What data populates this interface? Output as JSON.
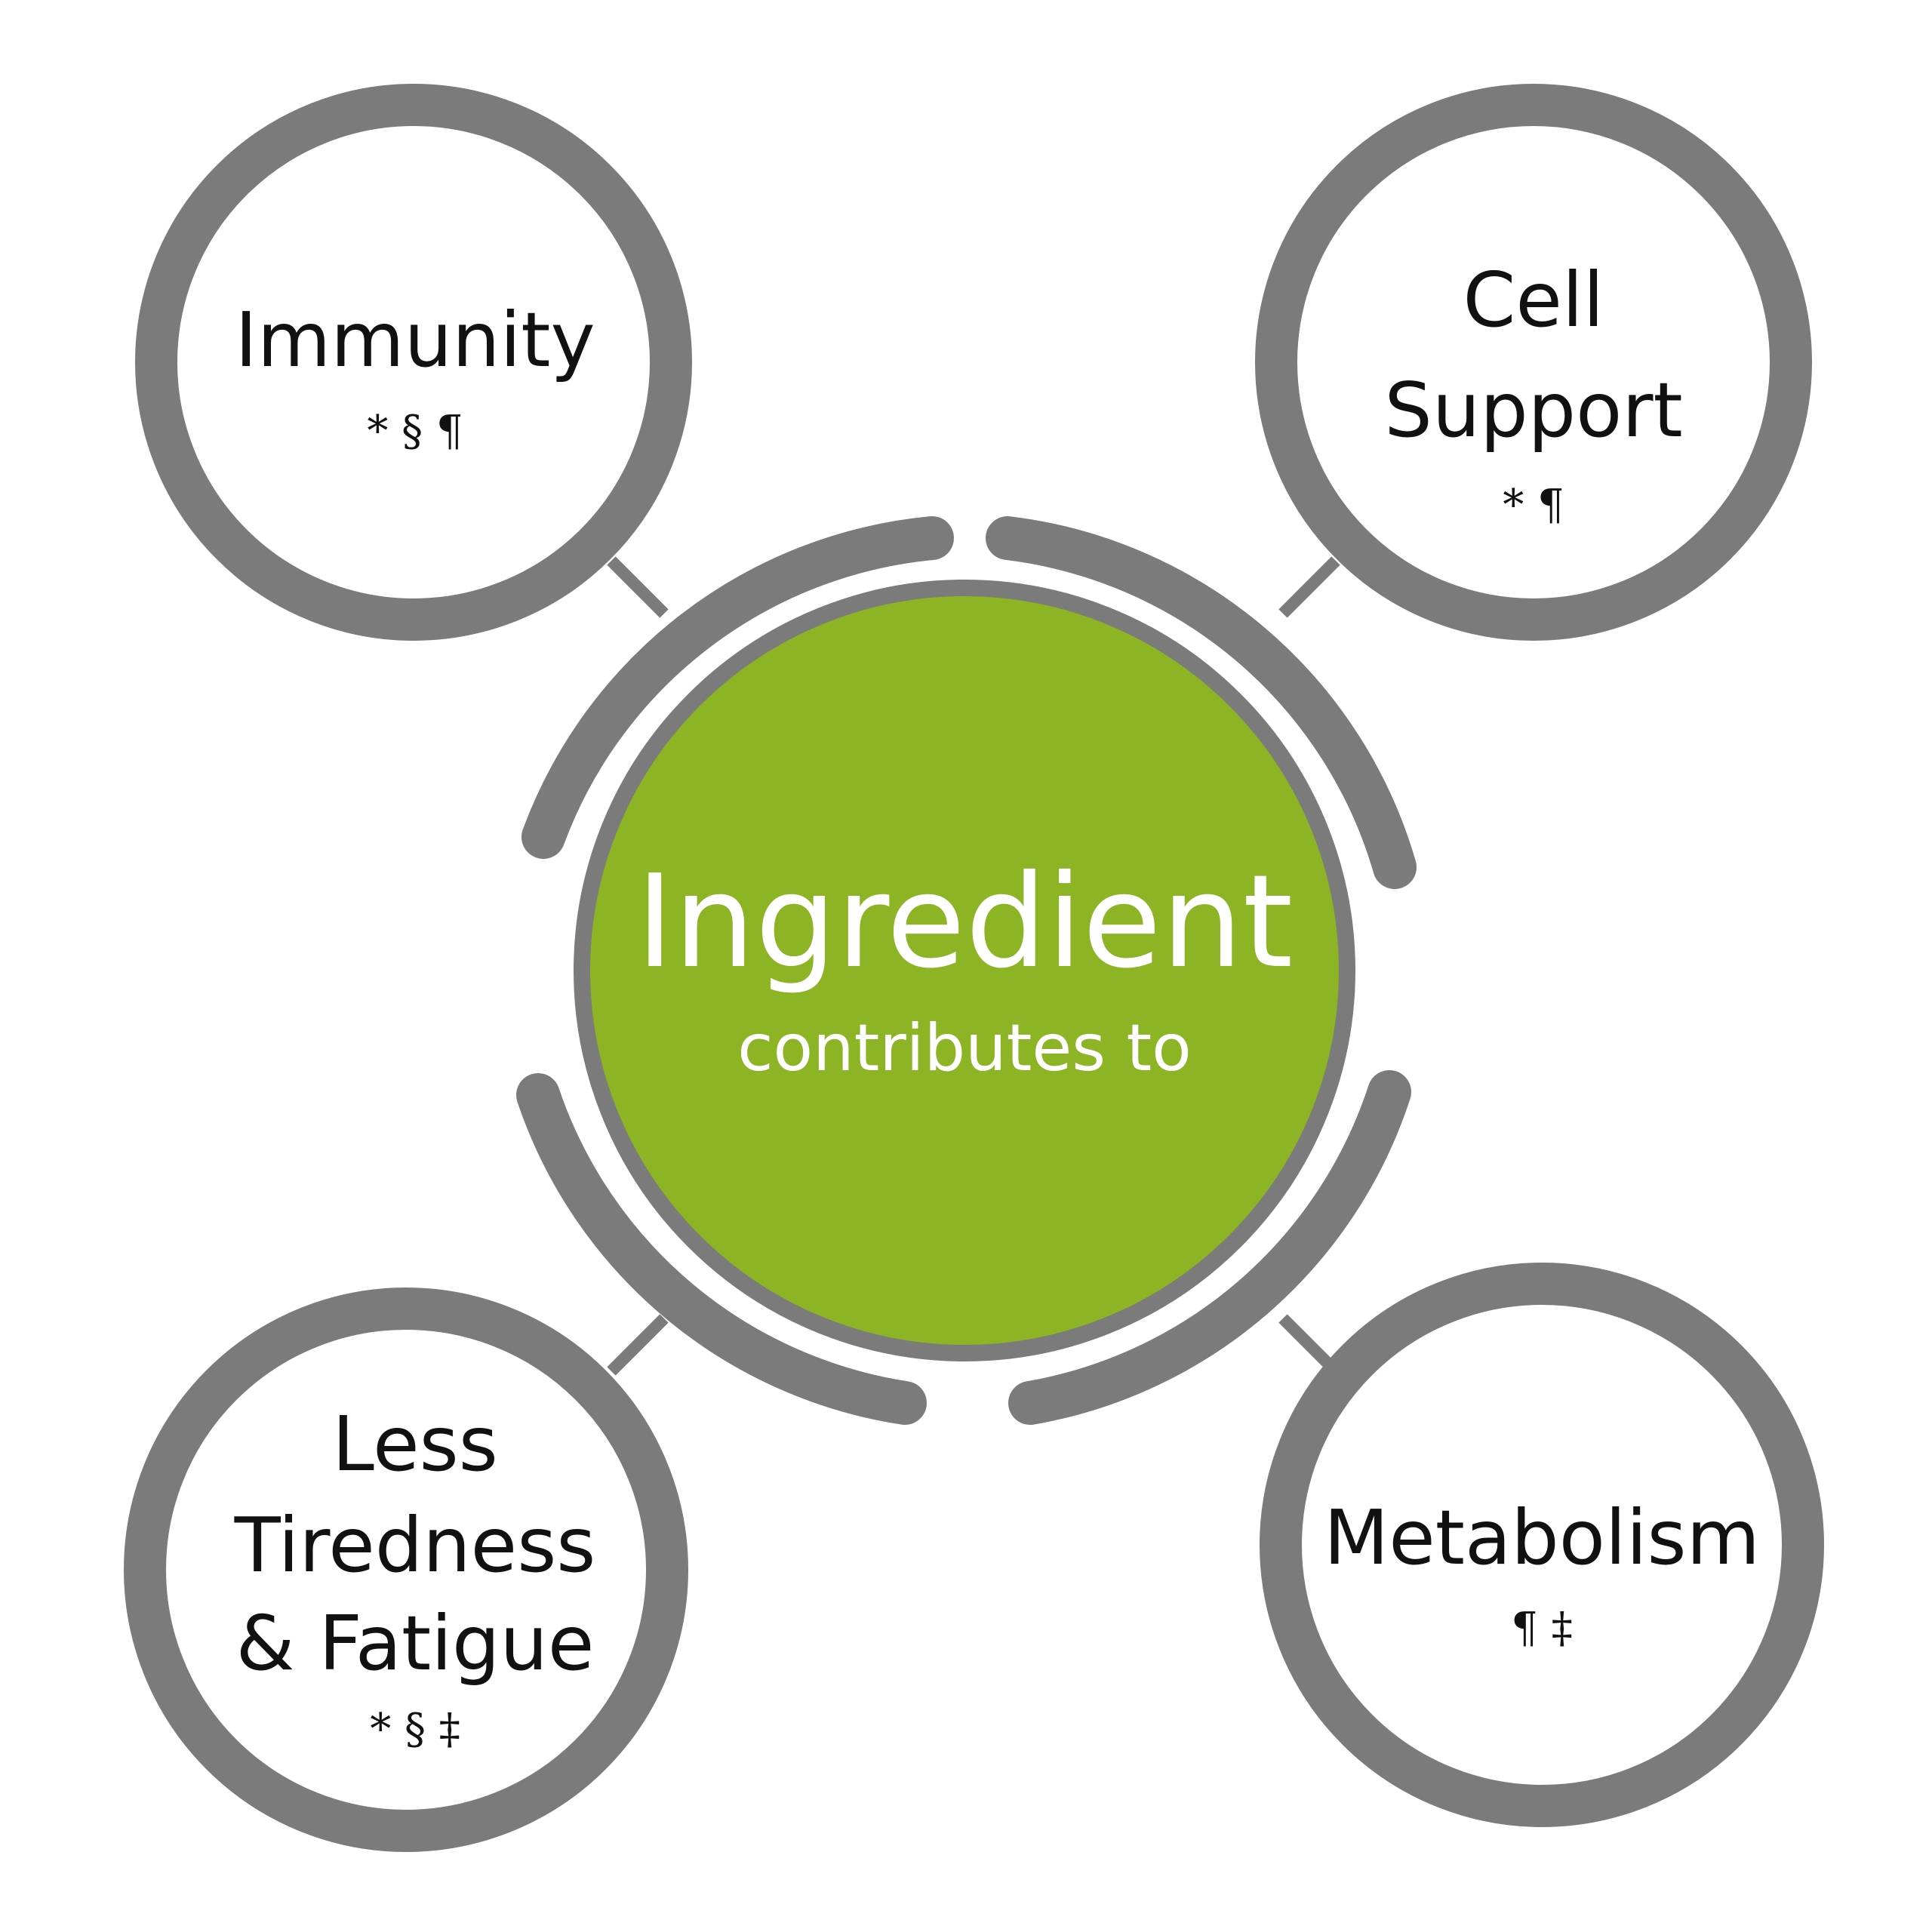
{
  "colors": {
    "center_fill": "#8cb424",
    "ring": "#7b7b7b",
    "background": "#ffffff",
    "node_text": "#111111",
    "center_text": "#ffffff"
  },
  "center": {
    "title": "Ingredient",
    "subtitle": "contributes to"
  },
  "nodes": [
    {
      "id": "immunity",
      "lines": [
        "Immunity"
      ],
      "marks": "* § ¶"
    },
    {
      "id": "cell-support",
      "lines": [
        "Cell",
        "Support"
      ],
      "marks": "* ¶"
    },
    {
      "id": "tiredness",
      "lines": [
        "Less",
        "Tiredness",
        "& Fatigue"
      ],
      "marks": "* § ‡"
    },
    {
      "id": "metabolism",
      "lines": [
        "Metabolism"
      ],
      "marks": "¶ ‡"
    }
  ]
}
